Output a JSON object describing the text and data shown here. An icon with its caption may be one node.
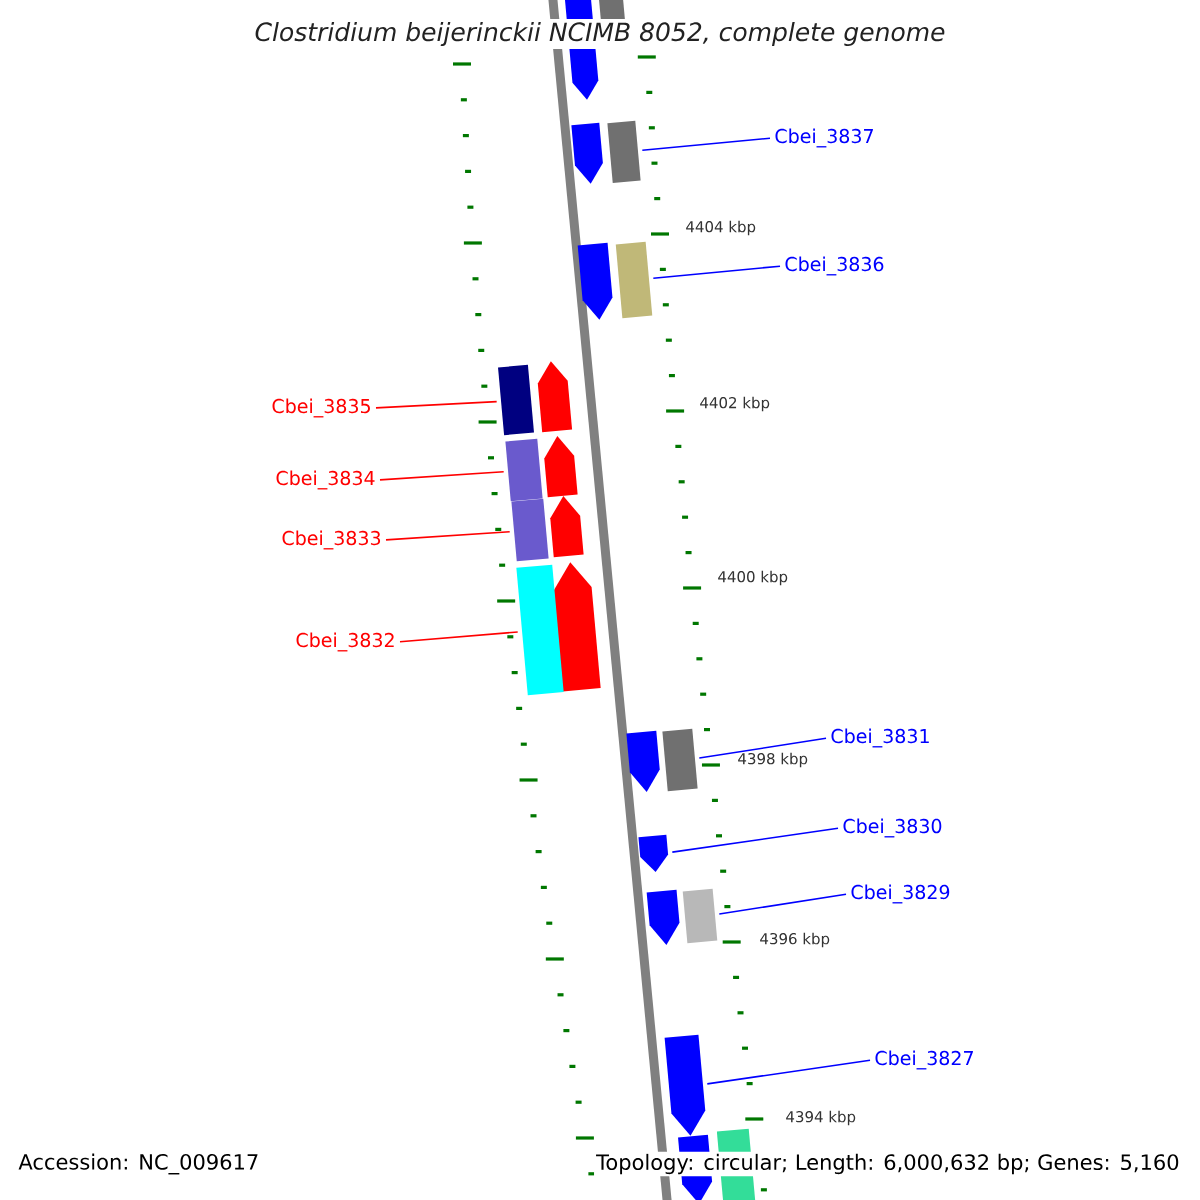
{
  "diagram": {
    "title": "Clostridium beijerinckii NCIMB 8052, complete genome",
    "nodes": [
      {
        "text": [
          "Cbei_3837"
        ]
      },
      {
        "text": [
          "Cbei_3836"
        ]
      },
      {
        "text": [
          "Cbei_3835"
        ]
      },
      {
        "text": [
          "Cbei_3834"
        ]
      },
      {
        "text": [
          "Cbei_3833"
        ]
      },
      {
        "text": [
          "Cbei_3832"
        ]
      },
      {
        "text": [
          "Cbei_3831"
        ]
      },
      {
        "text": [
          "Cbei_3830"
        ]
      },
      {
        "text": [
          "Cbei_3829"
        ]
      },
      {
        "text": [
          "Cbei_3827"
        ]
      },
      {
        "text": [],
        "shape": "bar"
      },
      {
        "text": [],
        "shape": "bar"
      },
      {
        "text": [],
        "shape": "bar"
      },
      {
        "text": [],
        "shape": "bar"
      },
      {
        "text": [],
        "shape": "bar"
      },
      {
        "text": [],
        "shape": "bar"
      },
      {
        "text": [],
        "shape": "bar"
      },
      {
        "text": [],
        "shape": "pentagon"
      },
      {
        "text": [],
        "shape": "bar"
      },
      {
        "text": [],
        "shape": "pentagon"
      }
    ],
    "edges": [
      {
        "from": 0,
        "to": 10,
        "arrow": "none"
      },
      {
        "from": 1,
        "to": 11,
        "arrow": "none"
      },
      {
        "from": 2,
        "to": 12,
        "arrow": "none",
        "color": "#ff0000"
      },
      {
        "from": 3,
        "to": 13,
        "arrow": "none",
        "color": "#ff0000"
      },
      {
        "from": 4,
        "to": 14,
        "arrow": "none",
        "color": "#ff0000"
      },
      {
        "from": 5,
        "to": 15,
        "arrow": "none",
        "color": "#ff0000"
      },
      {
        "from": 6,
        "to": 16,
        "arrow": "none"
      },
      {
        "from": 7,
        "to": 17,
        "arrow": "none"
      },
      {
        "from": 8,
        "to": 18,
        "arrow": "none"
      },
      {
        "from": 9,
        "to": 19,
        "arrow": "none"
      }
    ],
    "labels": [
      "4404 kbp",
      "4402 kbp",
      "4400 kbp",
      "4398 kbp",
      "4396 kbp",
      "4394 kbp",
      "Accession: NC_009617",
      "Topology: circular; Length: 6,000,632 bp; Genes: 5,160"
    ]
  }
}
